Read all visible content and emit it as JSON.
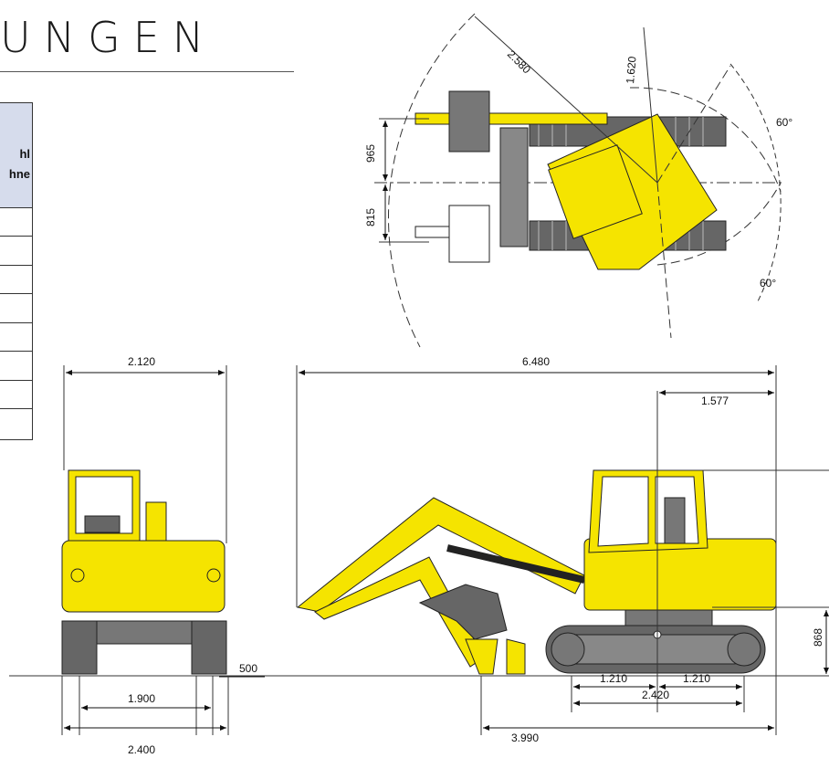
{
  "header": {
    "title": "UNGEN"
  },
  "table": {
    "header_line1": "hl",
    "header_line2": "hne"
  },
  "dimensions": {
    "top_view": {
      "d2580": "2.580",
      "d1620": "1.620",
      "d965": "965",
      "d815": "815",
      "angle_upper": "60°",
      "angle_lower": "60°"
    },
    "front_view": {
      "d2120": "2.120",
      "d500": "500",
      "d1900": "1.900",
      "d2400": "2.400"
    },
    "side_view": {
      "d6480": "6.480",
      "d1577": "1.577",
      "d868": "868",
      "d1210a": "1.210",
      "d1210b": "1.210",
      "d2420": "2.420",
      "d3990": "3.990"
    }
  },
  "colors": {
    "machine_yellow": "#f5e400",
    "dark_grey": "#555555",
    "outline": "#222222",
    "table_header": "#d6dcec"
  }
}
